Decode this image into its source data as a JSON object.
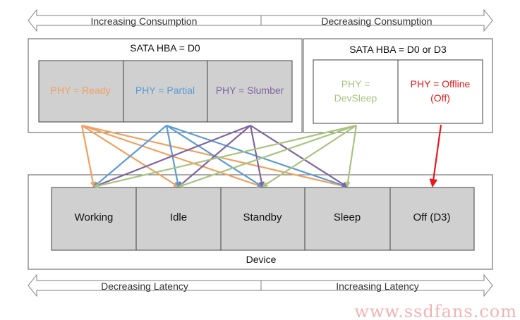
{
  "colors": {
    "ready": "#f0a060",
    "partial": "#5b9bd5",
    "slumber": "#8064a2",
    "devsleep": "#a9c47f",
    "offline": "#e8191a",
    "state_fill": "#d0d0d0",
    "border": "#595959",
    "watermark": "#f2b3b3"
  },
  "top_arrow": {
    "left_label": "Increasing Consumption",
    "right_label": "Decreasing Consumption"
  },
  "bottom_arrow": {
    "left_label": "Decreasing Latency",
    "right_label": "Increasing Latency"
  },
  "hba_left": {
    "title": "SATA HBA = D0",
    "phy_states": [
      {
        "label": "PHY = Ready",
        "color_key": "ready"
      },
      {
        "label": "PHY = Partial",
        "color_key": "partial"
      },
      {
        "label": "PHY = Slumber",
        "color_key": "slumber"
      }
    ]
  },
  "hba_right": {
    "title": "SATA HBA = D0 or D3",
    "phy_states": [
      {
        "line1": "PHY =",
        "line2": "DevSleep",
        "color_key": "devsleep"
      },
      {
        "line1": "PHY = Offline",
        "line2": "(Off)",
        "color_key": "offline"
      }
    ]
  },
  "device": {
    "title": "Device",
    "states": [
      "Working",
      "Idle",
      "Standby",
      "Sleep",
      "Off (D3)"
    ]
  },
  "transitions": [
    {
      "from": "PHY = Ready",
      "to": [
        "Working",
        "Idle",
        "Standby",
        "Sleep"
      ]
    },
    {
      "from": "PHY = Partial",
      "to": [
        "Working",
        "Idle",
        "Standby",
        "Sleep"
      ]
    },
    {
      "from": "PHY = Slumber",
      "to": [
        "Working",
        "Idle",
        "Standby",
        "Sleep"
      ]
    },
    {
      "from": "PHY = DevSleep",
      "to": [
        "Working",
        "Idle",
        "Standby",
        "Sleep"
      ]
    },
    {
      "from": "PHY = Offline (Off)",
      "to": [
        "Off (D3)"
      ]
    }
  ],
  "watermark": "www.ssdfans.com"
}
